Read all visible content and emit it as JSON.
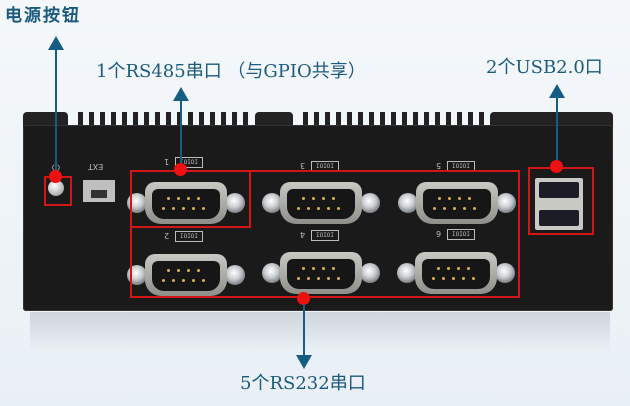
{
  "labels": {
    "power_button": "电源按钮",
    "rs485": "1个RS485串口 （与GPIO共享）",
    "usb": "2个USB2.0口",
    "rs232": "5个RS232串口"
  },
  "device": {
    "ext_label": "EXT",
    "ports": [
      {
        "number": "1",
        "type": "RS485",
        "tag": "IOIOI"
      },
      {
        "number": "2",
        "type": "RS232",
        "tag": "IOIOI"
      },
      {
        "number": "3",
        "type": "RS232",
        "tag": "IOIOI"
      },
      {
        "number": "4",
        "type": "RS232",
        "tag": "IOIOI"
      },
      {
        "number": "5",
        "type": "RS232",
        "tag": "IOIOI"
      },
      {
        "number": "6",
        "type": "RS232",
        "tag": "IOIOI"
      }
    ],
    "usb_count": 2
  },
  "colors": {
    "label_text": "#1b5a7e",
    "callout_line": "#155d84",
    "highlight_box": "#d31515",
    "marker_dot": "#ee1111",
    "device_body": "#1a1a1a"
  }
}
